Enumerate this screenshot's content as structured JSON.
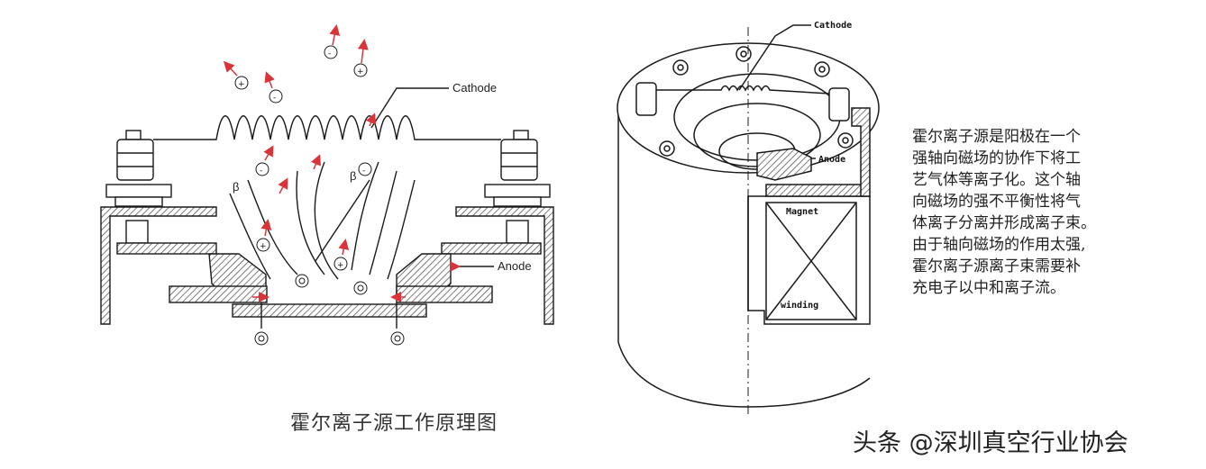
{
  "left_diagram": {
    "cathode_label": "Cathode",
    "anode_label": "Anode",
    "beta_labels": [
      "β",
      "β"
    ],
    "caption": "霍尔离子源工作原理图"
  },
  "right_diagram": {
    "cathode_label": "Cathode",
    "anode_label": "Anode",
    "magnet_label": "Magnet",
    "winding_label": "winding"
  },
  "description_lines": [
    "霍尔离子源是阳极在一个",
    "强轴向磁场的协作下将工",
    "艺气体等离子化。这个轴",
    "向磁场的强不平衡性将气",
    "体离子分离并形成离子束。",
    "由于轴向磁场的作用太强,",
    "霍尔离子源离子束需要补",
    "充电子以中和离子流。"
  ],
  "watermark": "头条 @深圳真空行业协会",
  "colors": {
    "line": "#1a1a1a",
    "arrow": "#d9343a",
    "hatch": "#555555"
  }
}
